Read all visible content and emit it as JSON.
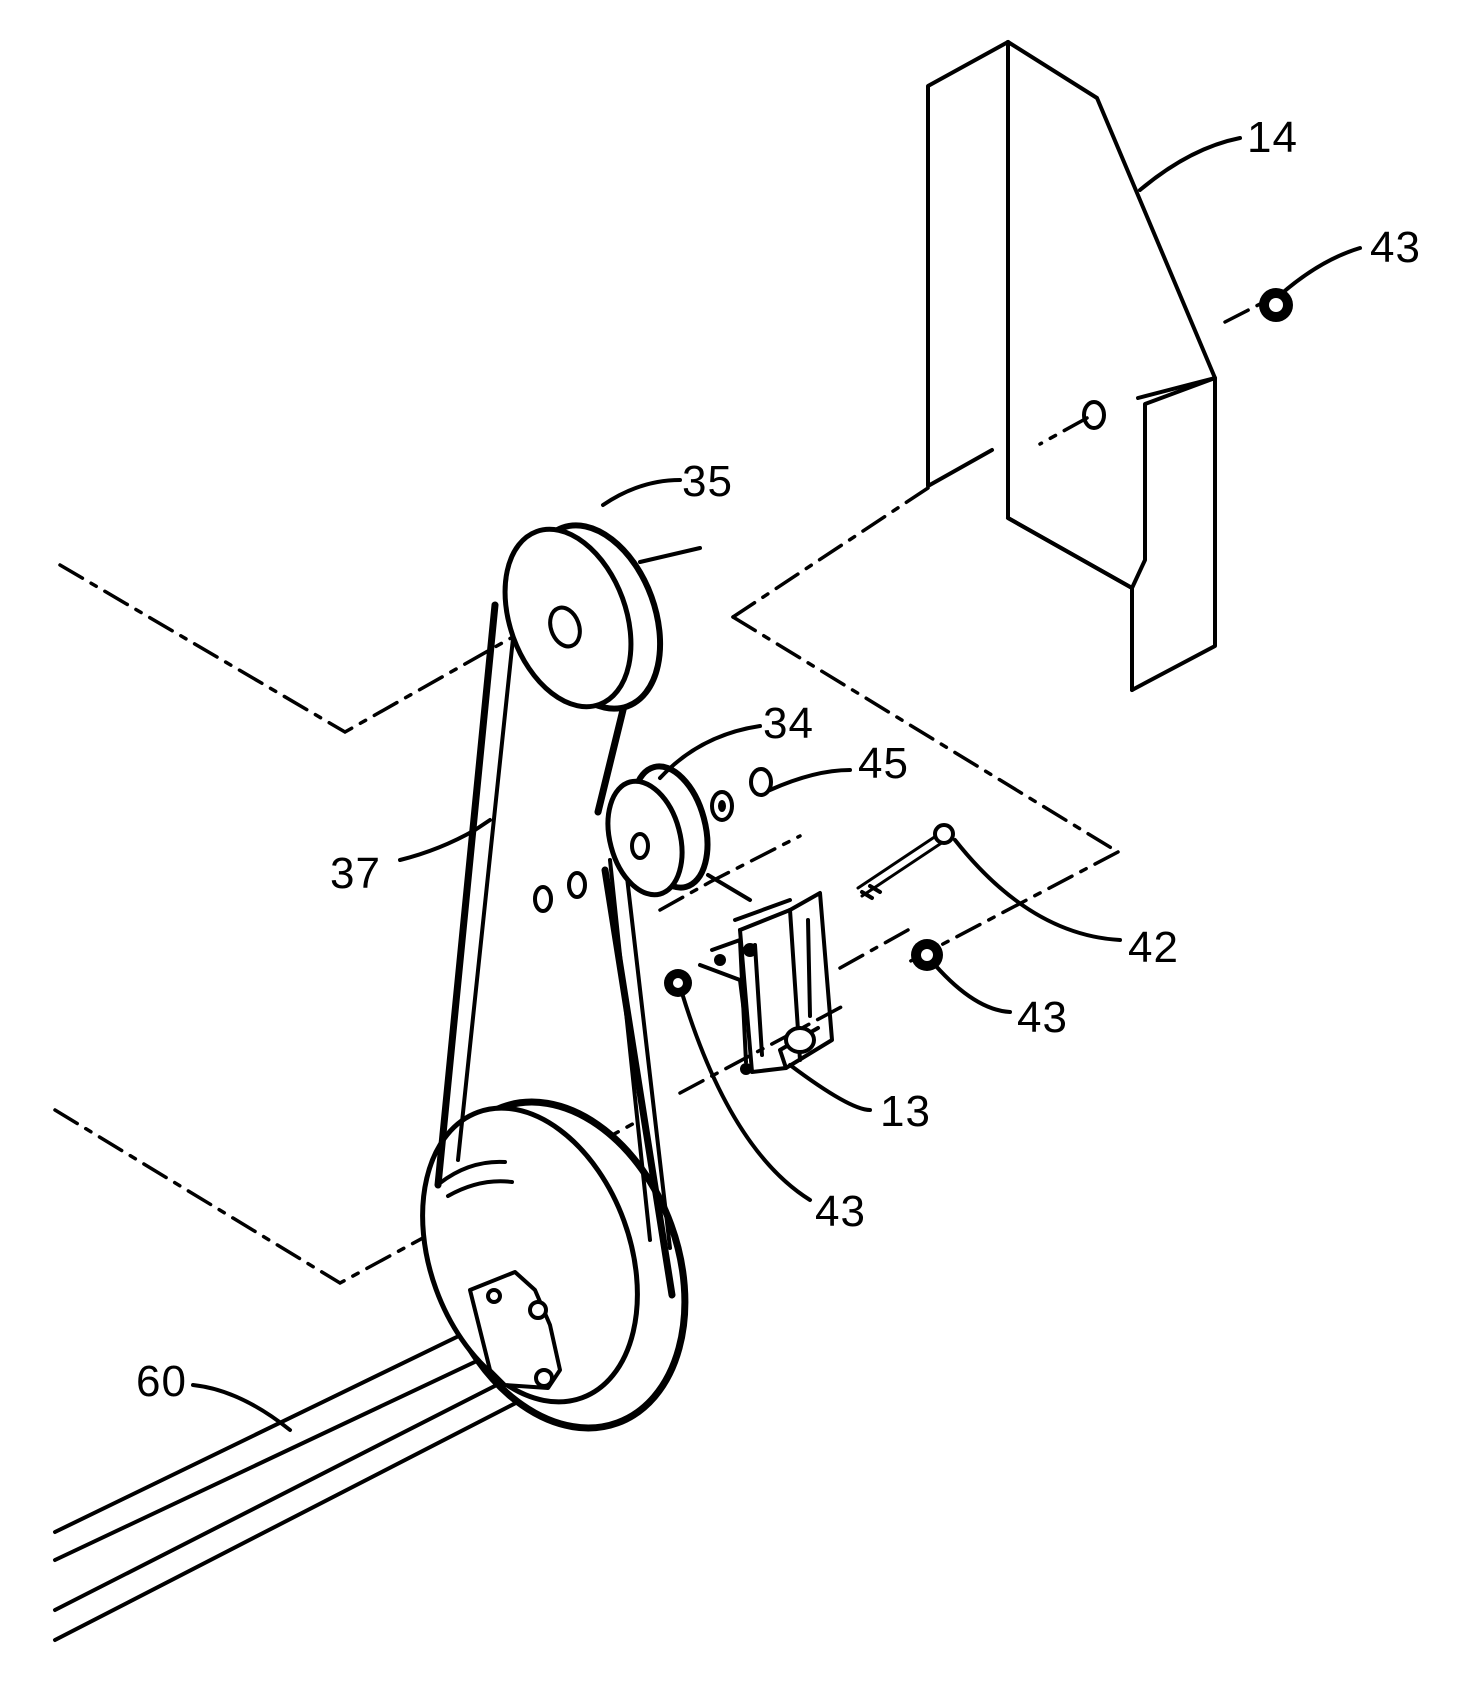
{
  "labels": {
    "guard": "14",
    "upper_pulley": "35",
    "small_pulley": "34",
    "washer": "45",
    "belt": "37",
    "bolt": "42",
    "nut_right_top": "43",
    "nut_right_mid": "43",
    "nut_left": "43",
    "bracket": "13",
    "shaft": "60"
  }
}
